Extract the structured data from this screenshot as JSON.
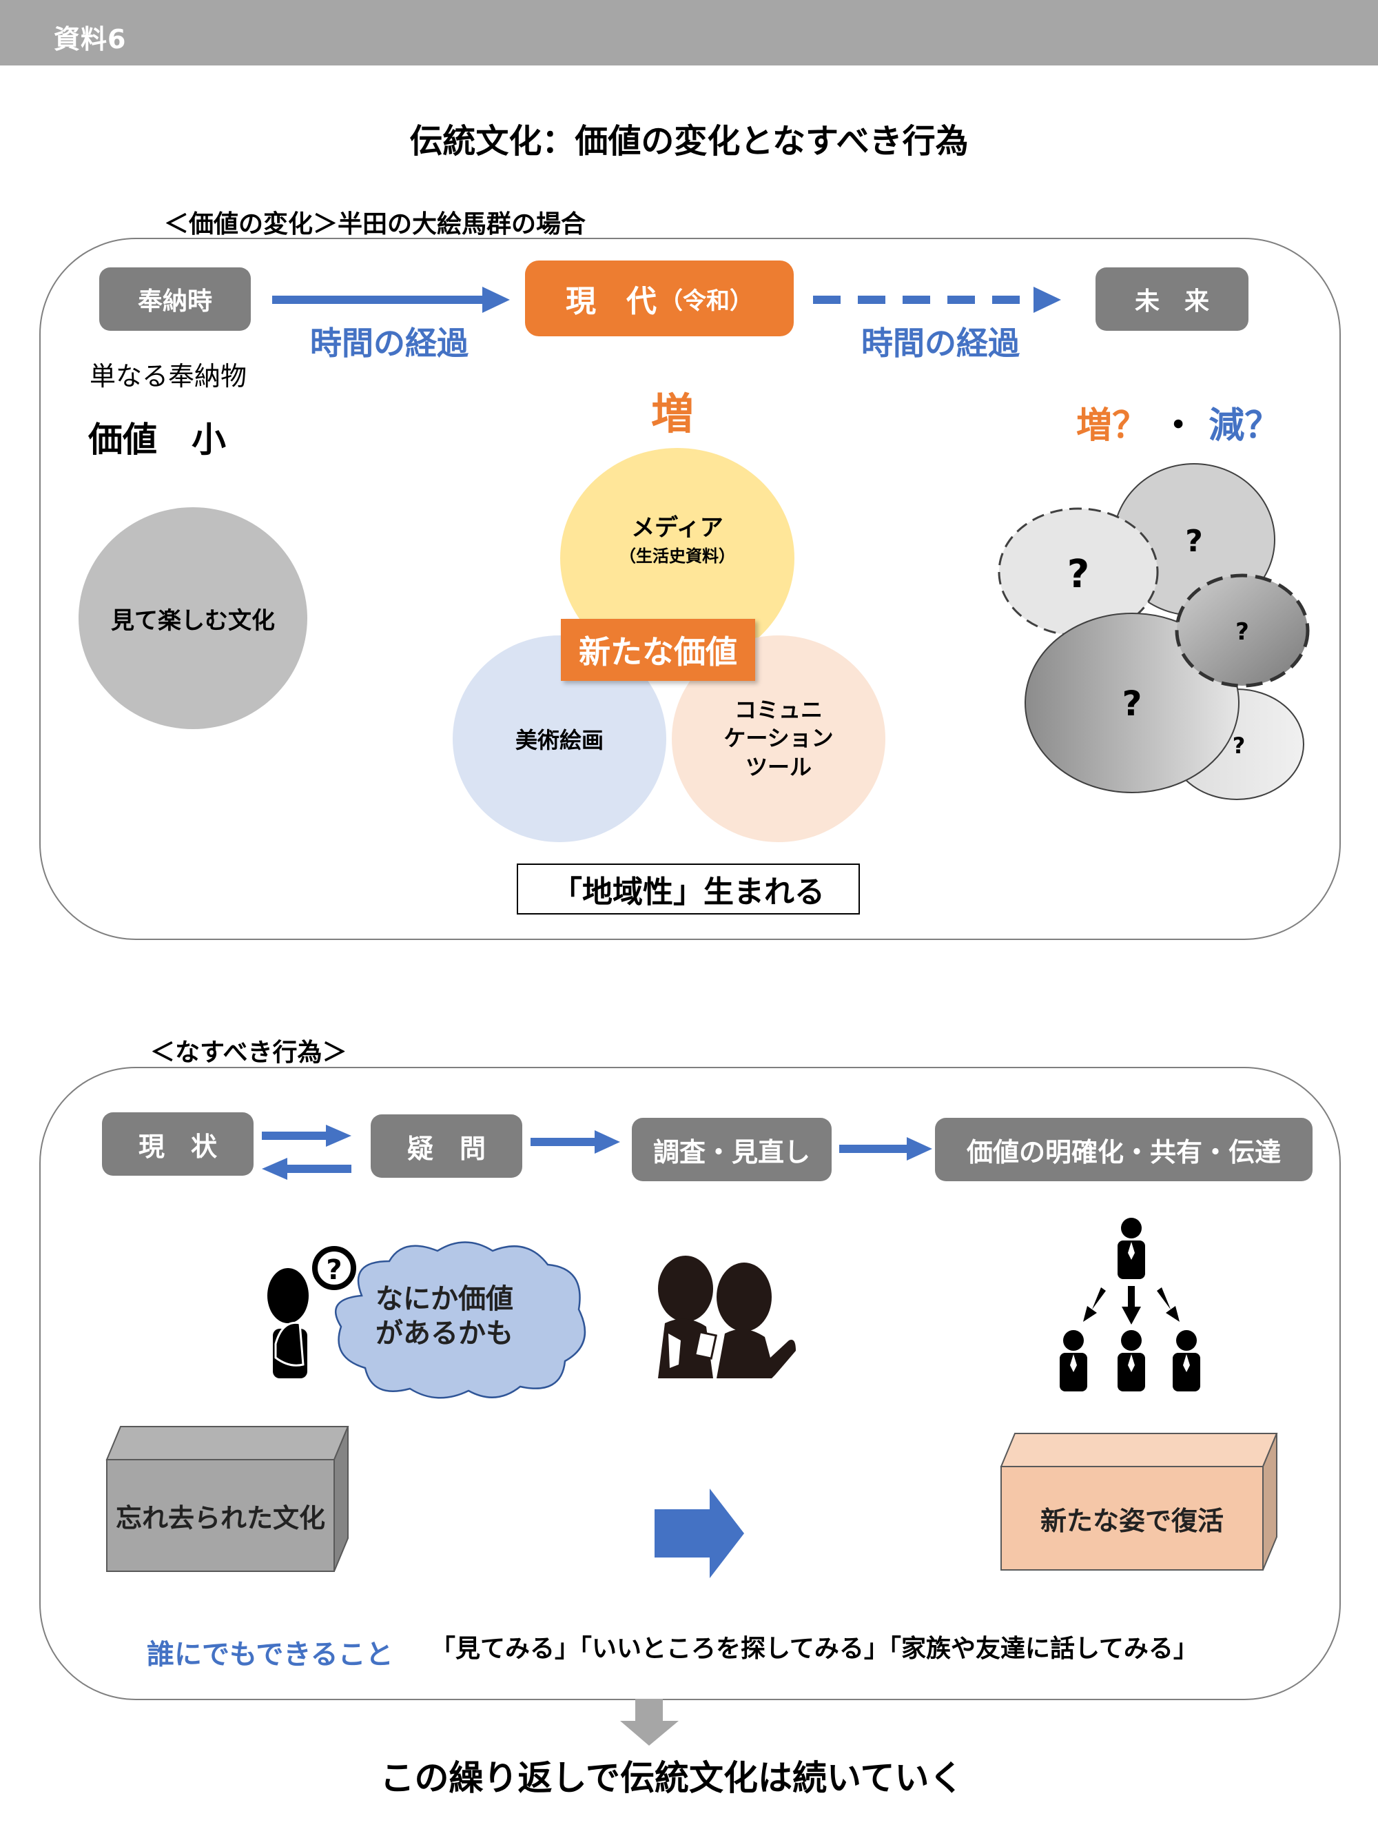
{
  "header": {
    "label": "資料6"
  },
  "title": "伝統文化：価値の変化となすべき行為",
  "value_change": {
    "section_title": "＜価値の変化＞半田の大絵馬群の場合",
    "timeline": {
      "past_label": "奉納時",
      "present_label": "現　代",
      "present_era": "（令和）",
      "future_label": "未　来",
      "arrow1_label": "時間の経過",
      "arrow2_label": "時間の経過"
    },
    "past": {
      "description": "単なる奉納物",
      "value_label": "価値　小",
      "circle_label": "見て楽しむ文化"
    },
    "present": {
      "increase_label": "増",
      "circles": [
        {
          "label": "メディア",
          "sublabel": "（生活史資料）",
          "color": "#ffe699"
        },
        {
          "label": "美術絵画",
          "color": "#dae3f3"
        },
        {
          "label": "コミュニ\nケーション\nツール",
          "line1": "コミュニ",
          "line2": "ケーション",
          "line3": "ツール",
          "color": "#fbe5d6"
        }
      ],
      "center_label": "新たな価値",
      "regionality_label": "「地域性」生まれる"
    },
    "future": {
      "increase_label": "増？",
      "separator": "・",
      "decrease_label": "減？",
      "question_mark": "?"
    }
  },
  "actions": {
    "section_title": "＜なすべき行為＞",
    "steps": [
      "現　状",
      "疑　問",
      "調査・見直し",
      "価値の明確化・共有・伝達"
    ],
    "thought_bubble": {
      "line1": "なにか価値",
      "line2": "があるかも"
    },
    "forgotten_box": "忘れ去られた文化",
    "revived_box": "新たな姿で復活",
    "anyone_label": "誰にでもできること",
    "anyone_items": [
      "「見てみる」",
      "「いいところを探してみる」",
      "「家族や友達に話してみる」"
    ]
  },
  "conclusion": "この繰り返しで伝統文化は続いていく",
  "colors": {
    "accent_orange": "#ed7d31",
    "accent_blue": "#4472c4",
    "box_gray": "#7f7f7f"
  }
}
